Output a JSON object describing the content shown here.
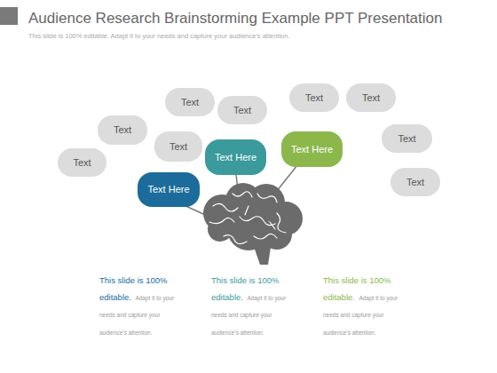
{
  "diagram": {
    "title": "Audience Research Brainstorming Example PPT Presentation",
    "nodes": [
      {
        "text": [
          "Text Here"
        ]
      },
      {
        "text": [
          "Text"
        ]
      },
      {
        "text": [
          "Text"
        ]
      },
      {
        "text": [
          "Text Here"
        ]
      },
      {
        "text": [
          "Text"
        ]
      },
      {
        "text": [
          "Text"
        ]
      },
      {
        "text": [
          "Text"
        ]
      },
      {
        "text": [
          "Text Here"
        ]
      },
      {
        "text": [
          "Text"
        ]
      },
      {
        "text": [
          "Text"
        ]
      },
      {
        "text": [
          "Text"
        ]
      },
      {
        "text": [
          "Text"
        ]
      }
    ],
    "edges": [
      {
        "from": 0,
        "to": 1,
        "arrow": "none"
      },
      {
        "from": 0,
        "to": 2,
        "arrow": "none"
      },
      {
        "from": 3,
        "to": 4,
        "arrow": "none"
      },
      {
        "from": 3,
        "to": 5,
        "arrow": "none"
      },
      {
        "from": 3,
        "to": 6,
        "arrow": "none"
      },
      {
        "from": 7,
        "to": 8,
        "arrow": "none"
      },
      {
        "from": 7,
        "to": 9,
        "arrow": "none"
      },
      {
        "from": 7,
        "to": 10,
        "arrow": "none"
      },
      {
        "from": 7,
        "to": 11,
        "arrow": "none"
      }
    ],
    "labels": [
      "This slide is 100% editable. Adapt it to your needs and capture your audience's attention.",
      "This slide is 100% editable.",
      "Adapt it to your needs and capture your audience's attention.",
      "This slide is 100% editable.",
      "Adapt it to your needs and capture your audience's attention.",
      "This slide is 100% editable.",
      "Adapt it to your needs and capture your audience's attention."
    ]
  }
}
